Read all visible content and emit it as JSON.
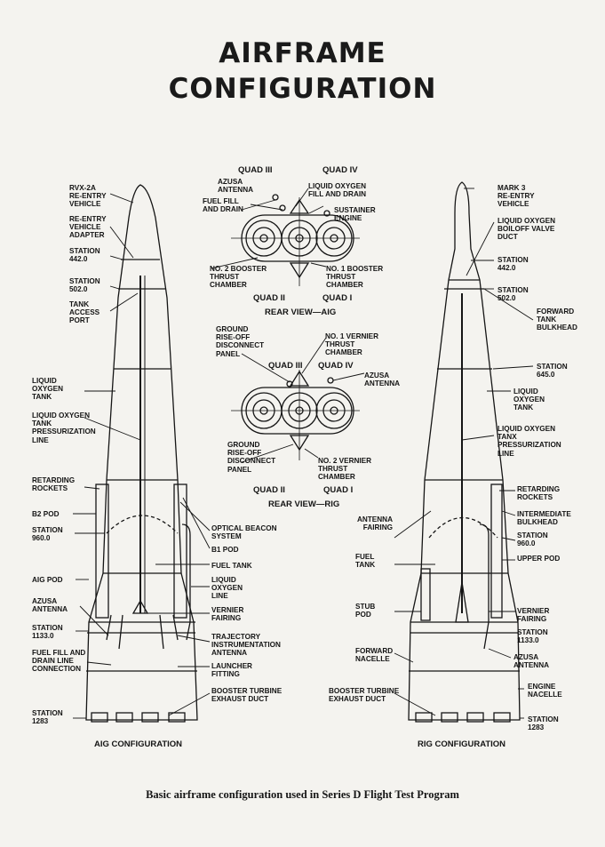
{
  "title": [
    "AIRFRAME",
    "CONFIGURATION"
  ],
  "caption": "Basic airframe configuration used in Series D Flight Test Program",
  "rear_view_1": {
    "quad_iii": "QUAD III",
    "quad_iv": "QUAD IV",
    "quad_ii": "QUAD II",
    "quad_i": "QUAD I",
    "view": "REAR VIEW—AIG",
    "labels": {
      "azusa": "AZUSA\nANTENNA",
      "fuel_fill": "FUEL FILL\nAND DRAIN",
      "lox_fill": "LIQUID OXYGEN\nFILL AND DRAIN",
      "sustainer": "SUSTAINER\nENGINE",
      "booster2": "NO. 2 BOOSTER\nTHRUST\nCHAMBER",
      "booster1": "NO. 1 BOOSTER\nTHRUST\nCHAMBER"
    }
  },
  "rear_view_2": {
    "quad_iii": "QUAD III",
    "quad_iv": "QUAD IV",
    "quad_ii": "QUAD II",
    "quad_i": "QUAD I",
    "view": "REAR VIEW—RIG",
    "labels": {
      "ground_top": "GROUND\nRISE-OFF\nDISCONNECT\nPANEL",
      "vernier1": "NO. 1 VERNIER\nTHRUST\nCHAMBER",
      "azusa": "AZUSA\nANTENNA",
      "ground_bottom": "GROUND\nRISE-OFF\nDISCONNECT\nPANEL",
      "vernier2": "NO. 2 VERNIER\nTHRUST\nCHAMBER"
    }
  },
  "aig": {
    "config_label": "AIG CONFIGURATION",
    "left_labels": {
      "rvx": "RVX-2A\nRE-ENTRY\nVEHICLE",
      "adapter": "RE-ENTRY\nVEHICLE\nADAPTER",
      "st442": "STATION\n442.0",
      "st502": "STATION\n502.0",
      "tank_port": "TANK\nACCESS\nPORT",
      "lox_tank": "LIQUID\nOXYGEN\nTANK",
      "lox_press": "LIQUID OXYGEN\nTANK\nPRESSURIZATION\nLINE",
      "retarding": "RETARDING\nROCKETS",
      "b2pod": "B2 POD",
      "st960": "STATION\n960.0",
      "aigpod": "AIG POD",
      "azusa": "AZUSA\nANTENNA",
      "st1133": "STATION\n1133.0",
      "fuel_fill": "FUEL FILL AND\nDRAIN LINE\nCONNECTION",
      "st1283": "STATION\n1283"
    },
    "right_labels": {
      "optical": "OPTICAL BEACON\nSYSTEM",
      "b1pod": "B1 POD",
      "fuel_tank": "FUEL TANK",
      "lox_line": "LIQUID\nOXYGEN\nLINE",
      "vernier": "VERNIER\nFAIRING",
      "trajectory": "TRAJECTORY\nINSTRUMENTATION\nANTENNA",
      "launcher": "LAUNCHER\nFITTING",
      "booster_exhaust": "BOOSTER TURBINE\nEXHAUST DUCT"
    }
  },
  "rig": {
    "config_label": "RIG CONFIGURATION",
    "left_labels": {
      "antenna_fairing": "ANTENNA\nFAIRING",
      "fuel_tank": "FUEL\nTANK",
      "stub_pod": "STUB\nPOD",
      "fwd_nacelle": "FORWARD\nNACELLE",
      "booster_exhaust": "BOOSTER TURBINE\nEXHAUST DUCT"
    },
    "right_labels": {
      "mark3": "MARK 3\nRE-ENTRY\nVEHICLE",
      "boiloff": "LIQUID OXYGEN\nBOILOFF VALVE\nDUCT",
      "st442": "STATION\n442.0",
      "st502": "STATION\n502.0",
      "fwd_bulkhead": "FORWARD\nTANK\nBULKHEAD",
      "st645": "STATION\n645.0",
      "lox_tank": "LIQUID\nOXYGEN\nTANK",
      "lox_press": "LIQUID OXYGEN\nTANX\nPRESSURIZATION\nLINE",
      "retarding": "RETARDING\nROCKETS",
      "intermediate": "INTERMEDIATE\nBULKHEAD",
      "st960": "STATION\n960.0",
      "upper_pod": "UPPER POD",
      "vernier": "VERNIER\nFAIRING",
      "st1133": "STATION\n1133.0",
      "azusa": "AZUSA\nANTENNA",
      "engine_nacelle": "ENGINE\nNACELLE",
      "st1283": "STATION\n1283"
    }
  },
  "colors": {
    "ink": "#151515",
    "paper": "#f4f3ef"
  }
}
